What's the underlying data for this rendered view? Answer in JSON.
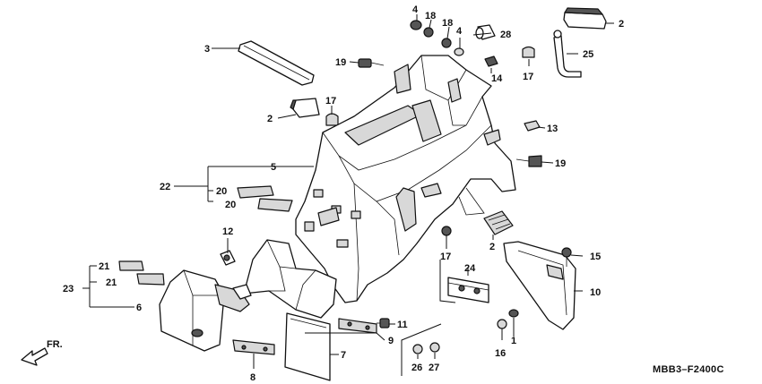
{
  "diagram": {
    "code": "MBB3–F2400C",
    "front_marker": "FR.",
    "labels": {
      "p1": "1",
      "p2a": "2",
      "p2b": "2",
      "p2c": "2",
      "p3": "3",
      "p4a": "4",
      "p4b": "4",
      "p5": "5",
      "p6": "6",
      "p7": "7",
      "p8": "8",
      "p9": "9",
      "p10": "10",
      "p11": "11",
      "p12": "12",
      "p13": "13",
      "p14": "14",
      "p15": "15",
      "p16": "16",
      "p17a": "17",
      "p17b": "17",
      "p17c": "17",
      "p18a": "18",
      "p18b": "18",
      "p19a": "19",
      "p19b": "19",
      "p20a": "20",
      "p20b": "20",
      "p21a": "21",
      "p21b": "21",
      "p22": "22",
      "p23": "23",
      "p24": "24",
      "p25": "25",
      "p26": "26",
      "p27": "27",
      "p28": "28"
    }
  }
}
